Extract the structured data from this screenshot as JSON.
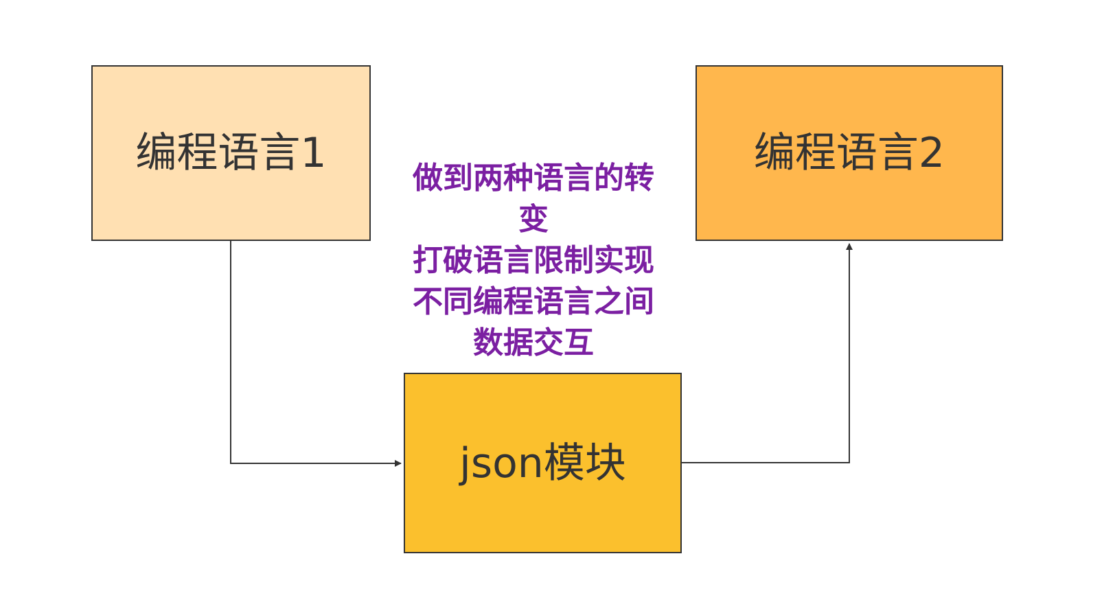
{
  "colors": {
    "lang1_fill": "#FFE0B2",
    "lang2_fill": "#FFB74D",
    "json_fill": "#FBC02D",
    "stroke": "#333333",
    "annotation_text": "#7B1FA2"
  },
  "nodes": {
    "lang1": {
      "label": "编程语言1"
    },
    "lang2": {
      "label": "编程语言2"
    },
    "json": {
      "label": "json模块"
    }
  },
  "edges": [
    {
      "from": "lang1",
      "to": "json"
    },
    {
      "from": "json",
      "to": "lang2"
    }
  ],
  "annotation": {
    "lines": [
      "做到两种语言的转",
      "变",
      "打破语言限制实现",
      "不同编程语言之间",
      "数据交互"
    ]
  }
}
